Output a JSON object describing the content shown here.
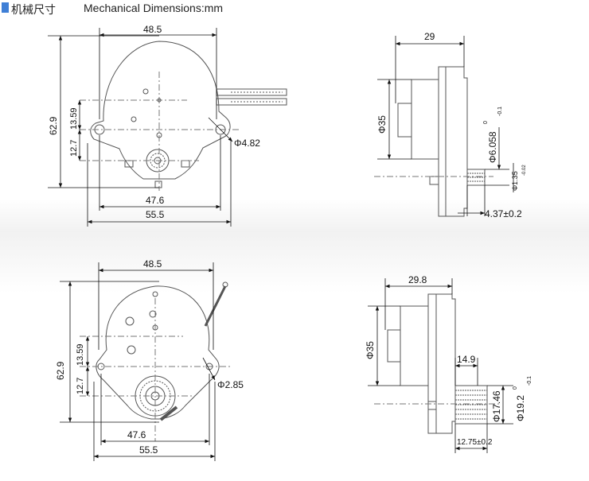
{
  "header": {
    "title_cn": "机械尺寸",
    "title_en": "Mechanical Dimensions:mm"
  },
  "colors": {
    "accent": "#3f7fd6",
    "line": "#555555",
    "dim": "#111111"
  },
  "top_front": {
    "width_top": "48.5",
    "height": "62.9",
    "h1": "13.59",
    "h2": "12.7",
    "hole_dia": "Φ4.82",
    "w_holes": "47.6",
    "w_total": "55.5"
  },
  "top_side": {
    "depth": "29",
    "dia_body": "Φ35",
    "shaft_dia": "Φ6.058",
    "shaft_tol_top": "0",
    "shaft_tol_bot": "-0.1",
    "flat": "Φ1.35",
    "flat_tol": "-0.02",
    "shaft_len": "4.37±0.2"
  },
  "bottom_front": {
    "width_top": "48.5",
    "height": "62.9",
    "h1": "13.59",
    "h2": "12.7",
    "hole_dia": "Φ2.85",
    "w_holes": "47.6",
    "w_total": "55.5"
  },
  "bottom_side": {
    "depth": "29.8",
    "dia_body": "Φ35",
    "gear_offset": "14.9",
    "gear_dia_inner": "Φ17.46",
    "gear_dia_outer": "Φ19.2",
    "gear_tol_top": "0",
    "gear_tol_bot": "-0.1",
    "gear_len": "12.75±0.2"
  }
}
